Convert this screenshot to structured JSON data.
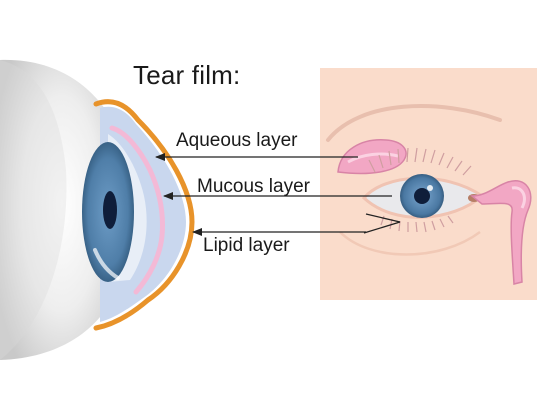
{
  "title": "Tear film:",
  "labels": {
    "aqueous": "Aqueous layer",
    "mucous": "Mucous layer",
    "lipid": "Lipid layer"
  },
  "colors": {
    "lipid_layer": "#e8932a",
    "aqueous_layer": "#c9d7ee",
    "mucous_layer": "#f3b9d6",
    "iris": "#4f7ea8",
    "skin_panel": "#fadccb",
    "lacrimal_gland": "#f2a7c4"
  }
}
